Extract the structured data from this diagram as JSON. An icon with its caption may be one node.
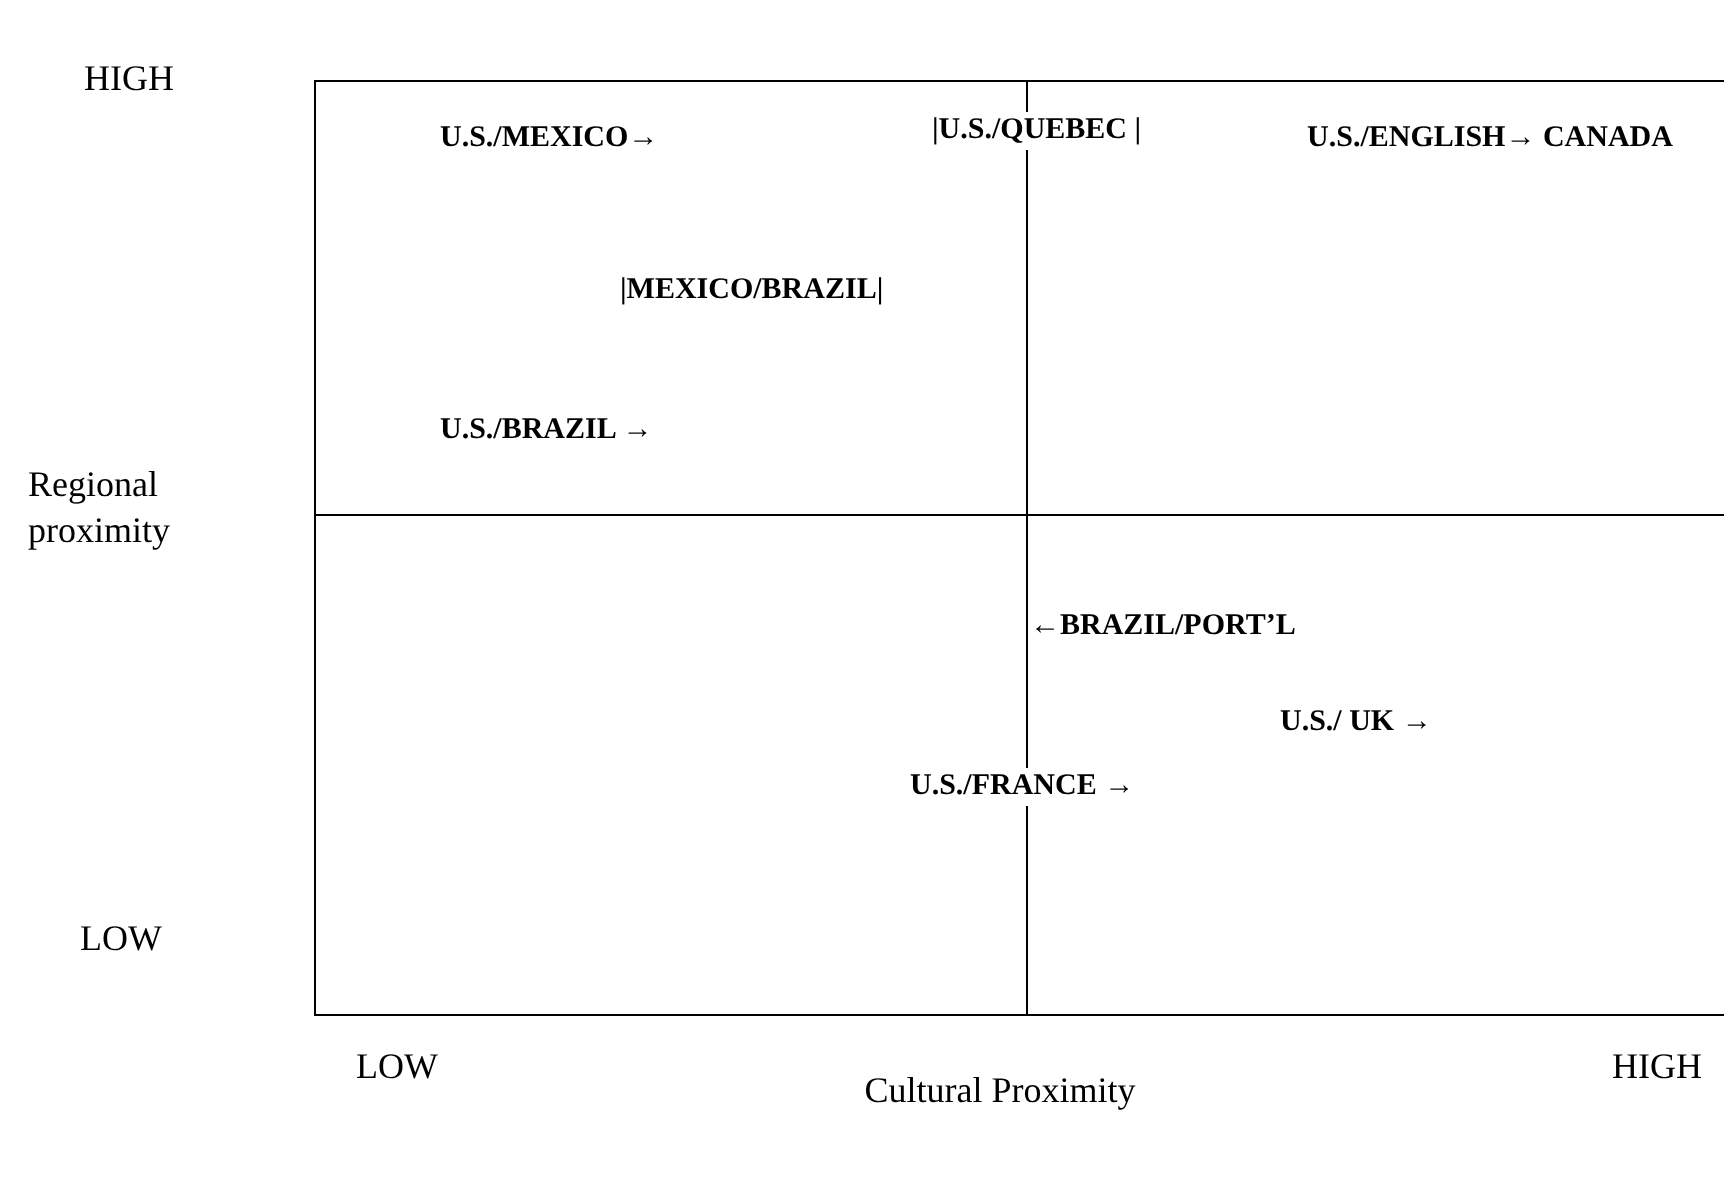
{
  "diagram": {
    "labels": [
      "HIGH",
      "U.S./MEXICO→",
      "|U.S./QUEBEC |",
      "U.S./ENGLISH→ CANADA",
      "|MEXICO/BRAZIL|",
      "U.S./BRAZIL →",
      "Regional proximity",
      "←BRAZIL/PORT’L",
      "U.S./ UK →",
      "U.S./FRANCE →",
      "LOW",
      "LOW",
      "Cultural Proximity",
      "HIGH"
    ]
  }
}
